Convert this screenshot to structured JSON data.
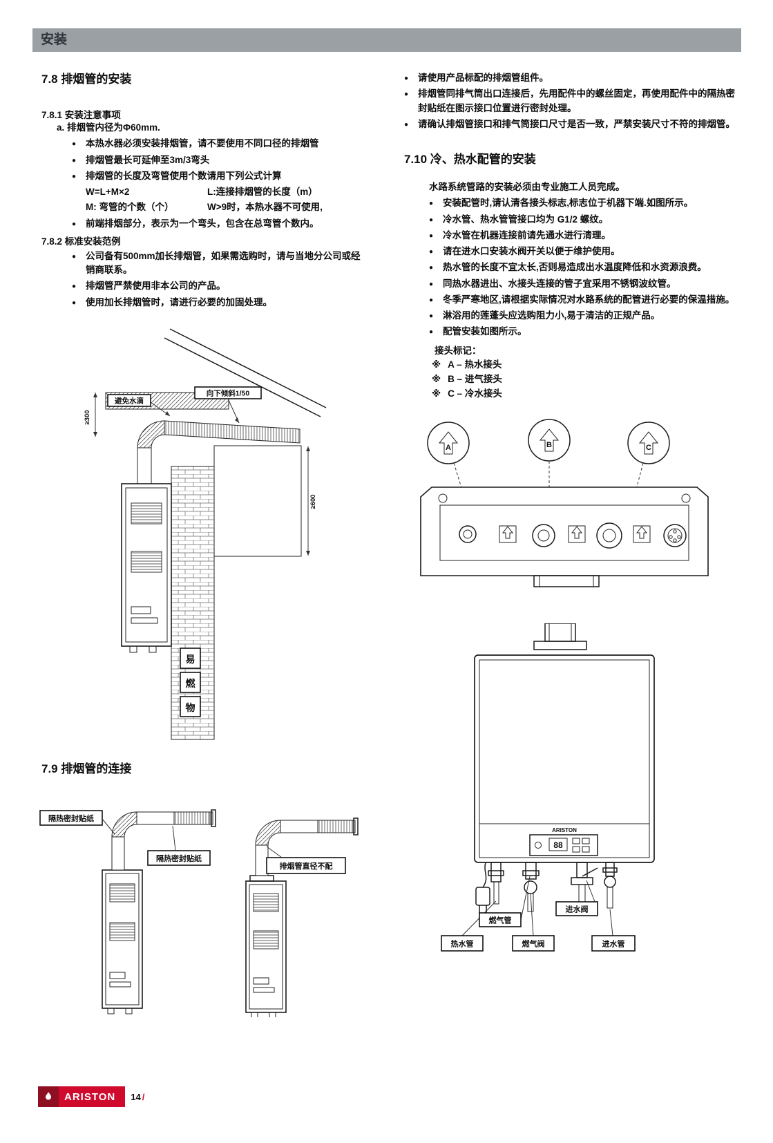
{
  "header": {
    "title": "安装"
  },
  "icons": {
    "bullet": "●",
    "ref": "※"
  },
  "s78": {
    "title": "7.8 排烟管的安装",
    "s781": {
      "title": "7.8.1 安装注意事项",
      "sub": "a. 排烟管内径为Φ60mm.",
      "items": [
        "本热水器必须安装排烟管，请不要使用不同口径的排烟管",
        "排烟管最长可延伸至3m/3弯头",
        "排烟管的长度及弯管使用个数请用下列公式计算"
      ],
      "formula_w": "W=L+M×2",
      "formula_l": "L:连接排烟管的长度（m）",
      "formula_m": "M: 弯管的个数（个）",
      "formula_note": "W>9时，本热水器不可使用,",
      "item_last": "前端排烟部分，表示为一个弯头，包含在总弯管个数内。"
    },
    "s782": {
      "title": "7.8.2 标准安装范例",
      "items": [
        "公司备有500mm加长排烟管，如果需选购时，请与当地分公司或经销商联系。",
        "排烟管严禁使用非本公司的产品。",
        "使用加长排烟管时，请进行必要的加固处理。"
      ]
    }
  },
  "diagram_install": {
    "label_drip": "避免水滴",
    "label_slope": "向下倾斜1/50",
    "dim_top": "≥300",
    "dim_right": "≥600",
    "flam1": "易",
    "flam2": "燃",
    "flam3": "物"
  },
  "s79": {
    "title": "7.9 排烟管的连接",
    "seal1": "隔热密封贴纸",
    "seal2": "隔热密封贴纸",
    "mismatch": "排烟管直径不配"
  },
  "right_top": {
    "items": [
      "请使用产品标配的排烟管组件。",
      "排烟管同排气筒出口连接后，先用配件中的螺丝固定，再使用配件中的隔热密封贴纸在图示接口位置进行密封处理。",
      "请确认排烟管接口和排气筒接口尺寸是否一致，严禁安装尺寸不符的排烟管。"
    ]
  },
  "s710": {
    "title": "7.10 冷、热水配管的安装",
    "intro": "水路系统管路的安装必须由专业施工人员完成。",
    "items": [
      "安装配管时,请认清各接头标志,标志位于机器下端.如图所示。",
      "冷水管、热水管管接口均为 G1/2 螺纹。",
      "冷水管在机器连接前请先通水进行清理。",
      "请在进水口安装水阀开关以便于维护使用。",
      "热水管的长度不宜太长,否则易造成出水温度降低和水资源浪费。",
      "同热水器进出、水接头连接的管子宜采用不锈钢波纹管。",
      "冬季严寒地区,请根据实际情况对水路系统的配管进行必要的保温措施。",
      "淋浴用的莲蓬头应选购阻力小,易于清洁的正规产品。",
      "配管安装如图所示。"
    ],
    "marks_title": "接头标记：",
    "marks": [
      "A – 热水接头",
      "B – 进气接头",
      "C – 冷水接头"
    ]
  },
  "diagram_ports": {
    "a": "A",
    "b": "B",
    "c": "C"
  },
  "diagram_front": {
    "brand": "ARISTON",
    "display": "88",
    "labels": {
      "hot": "热水管",
      "gas_pipe": "燃气管",
      "gas_valve": "燃气阀",
      "inlet_valve": "进水阀",
      "inlet_pipe": "进水管"
    }
  },
  "footer": {
    "brand": "ARISTON",
    "page": "14",
    "slash": "/"
  }
}
